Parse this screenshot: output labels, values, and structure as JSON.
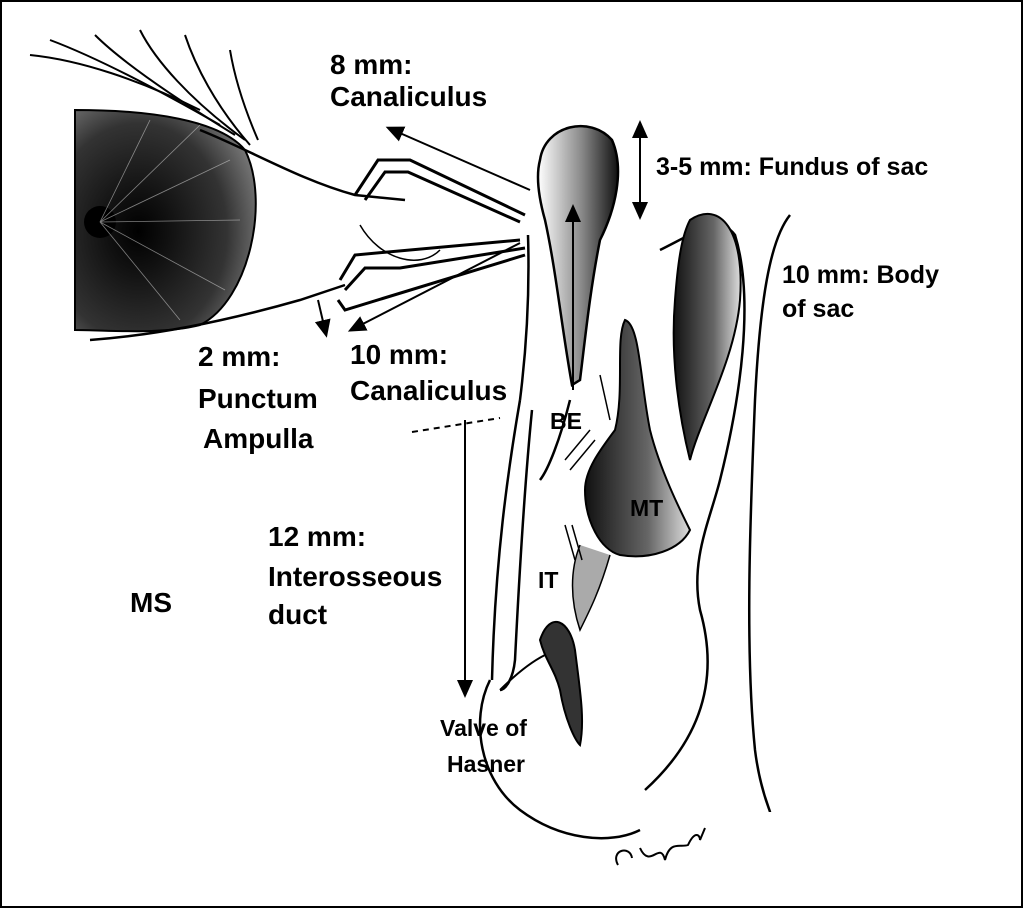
{
  "labels": {
    "canaliculus_upper_1": "8 mm:",
    "canaliculus_upper_2": "Canaliculus",
    "fundus": "3-5 mm: Fundus of sac",
    "body_sac_1": "10 mm: Body",
    "body_sac_2": "of sac",
    "punctum_1": "2 mm:",
    "punctum_2": "Punctum",
    "punctum_3": "Ampulla",
    "canaliculus_lower_1": "10 mm:",
    "canaliculus_lower_2": "Canaliculus",
    "be": "BE",
    "mt": "MT",
    "it": "IT",
    "interosseous_1": "12 mm:",
    "interosseous_2": "Interosseous",
    "interosseous_3": "duct",
    "ms": "MS",
    "valve_1": "Valve of",
    "valve_2": "Hasner"
  },
  "colors": {
    "ink": "#000000",
    "background": "#ffffff",
    "shade": "#555555"
  }
}
